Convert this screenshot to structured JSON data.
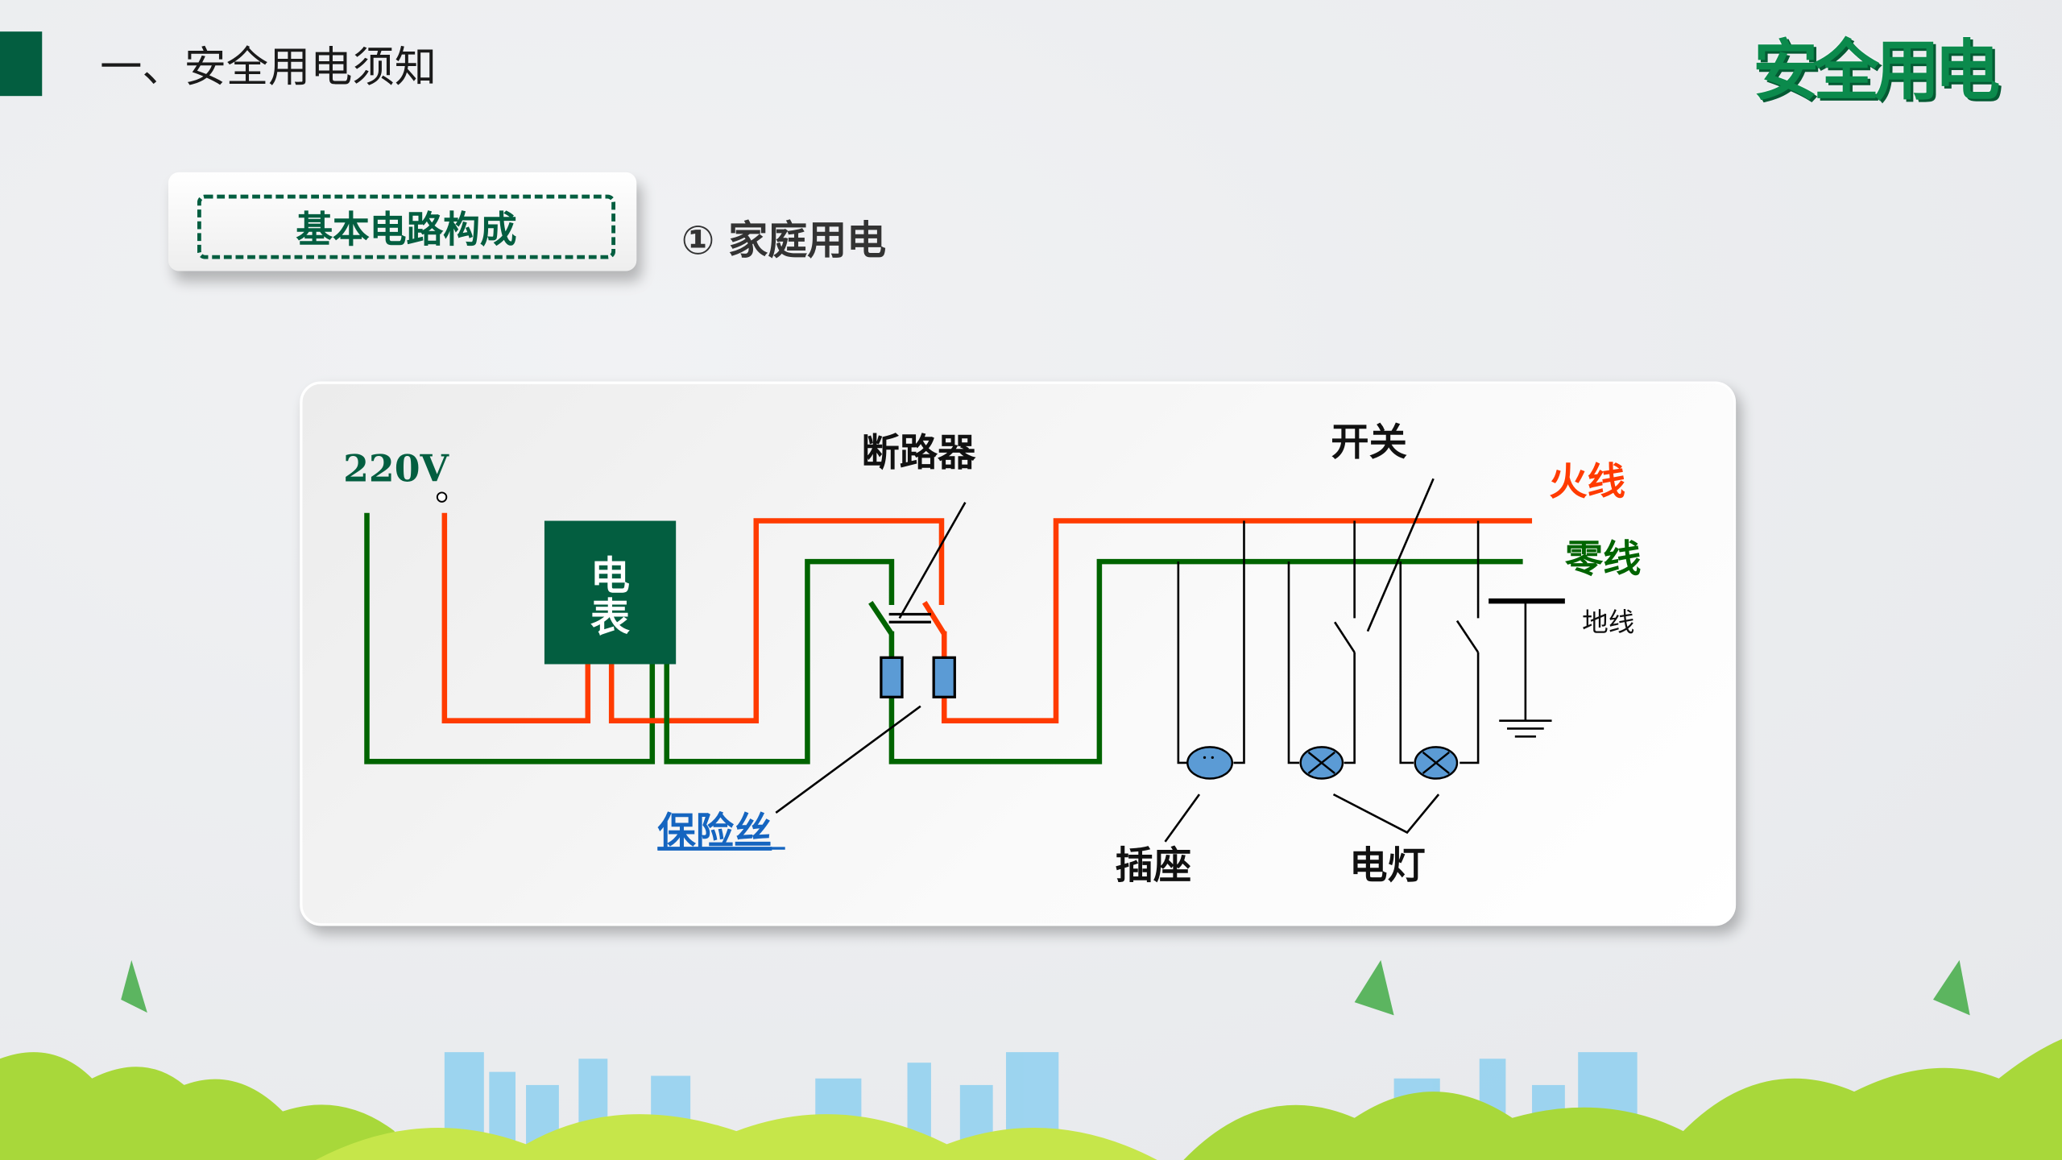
{
  "header": {
    "title": "一、安全用电须知",
    "logo": "安全用电"
  },
  "section": {
    "tag": "基本电路构成",
    "subtitle": "① 家庭用电"
  },
  "diagram": {
    "voltage": "220V",
    "meter": [
      "电",
      "表"
    ],
    "breaker": "断路器",
    "switch": "开关",
    "live_wire": "火线",
    "neutral_wire": "零线",
    "ground_wire": "地线",
    "fuse": "保险丝",
    "socket": "插座",
    "lamp": "电灯"
  },
  "colors": {
    "brand": "#035e40",
    "live": "#ff3b00",
    "neutral": "#006400",
    "fuse_link": "#1565c0",
    "lamp": "#5b9bd5"
  }
}
